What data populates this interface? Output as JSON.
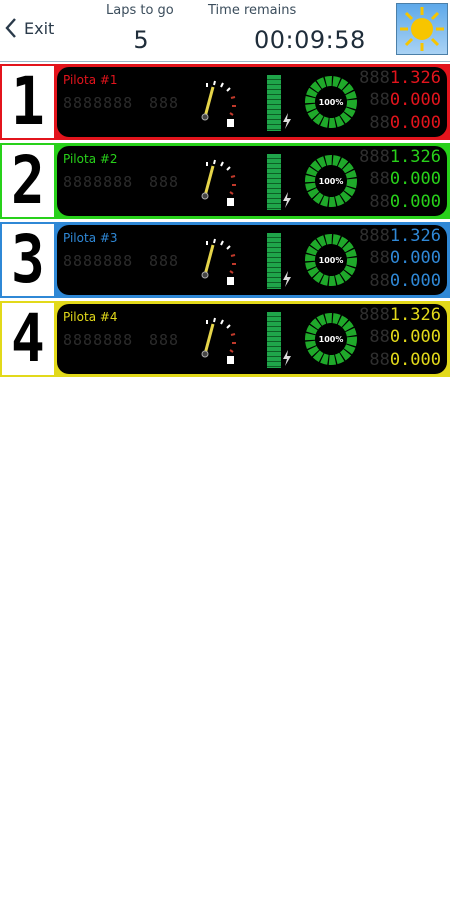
{
  "header": {
    "exit_label": "Exit",
    "laps_label": "Laps to go",
    "laps_value": "5",
    "time_label": "Time remains",
    "time_value": "00:09:58",
    "weather_icon": "sun-icon"
  },
  "lanes": [
    {
      "number": "1",
      "pilot": "Pilota #1",
      "color": "#e3141c",
      "ring_pct": "100%",
      "stat1": "1.326",
      "stat2": "0.000",
      "stat3": "0.000"
    },
    {
      "number": "2",
      "pilot": "Pilota #2",
      "color": "#28d11a",
      "ring_pct": "100%",
      "stat1": "1.326",
      "stat2": "0.000",
      "stat3": "0.000"
    },
    {
      "number": "3",
      "pilot": "Pilota #3",
      "color": "#2f88d6",
      "ring_pct": "100%",
      "stat1": "1.326",
      "stat2": "0.000",
      "stat3": "0.000"
    },
    {
      "number": "4",
      "pilot": "Pilota #4",
      "color": "#e2d91a",
      "ring_pct": "100%",
      "stat1": "1.326",
      "stat2": "0.000",
      "stat3": "0.000"
    }
  ],
  "ghost_digits": {
    "a": "8888888",
    "b": "888",
    "c": "888",
    "d": "88",
    "e": "88"
  },
  "colors": {
    "ring": "#1fa92a",
    "bar": "#1fa54a",
    "needle": "#e6d54a"
  }
}
